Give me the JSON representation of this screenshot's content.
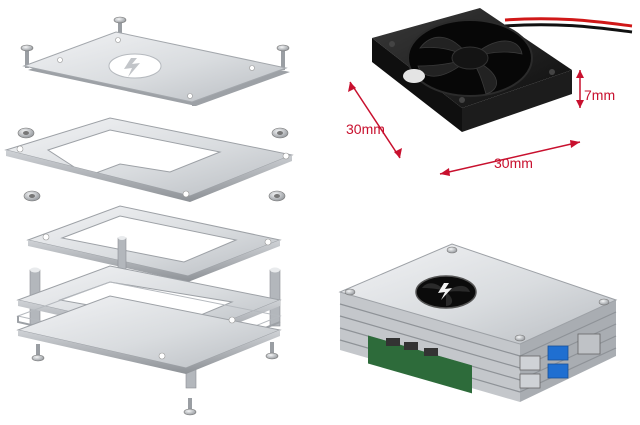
{
  "fan_dimensions": {
    "height_label": "30mm",
    "width_label": "30mm",
    "depth_label": "7mm"
  },
  "colors": {
    "dimension_accent": "#c8102e",
    "aluminum_light": "#e6e8ea",
    "aluminum_mid": "#c9ccd0",
    "aluminum_dark": "#8e9297",
    "fan_body": "#1a1a1a",
    "usb3_blue": "#1f6fd1"
  },
  "icons": [
    "lightning-bolt-icon"
  ]
}
